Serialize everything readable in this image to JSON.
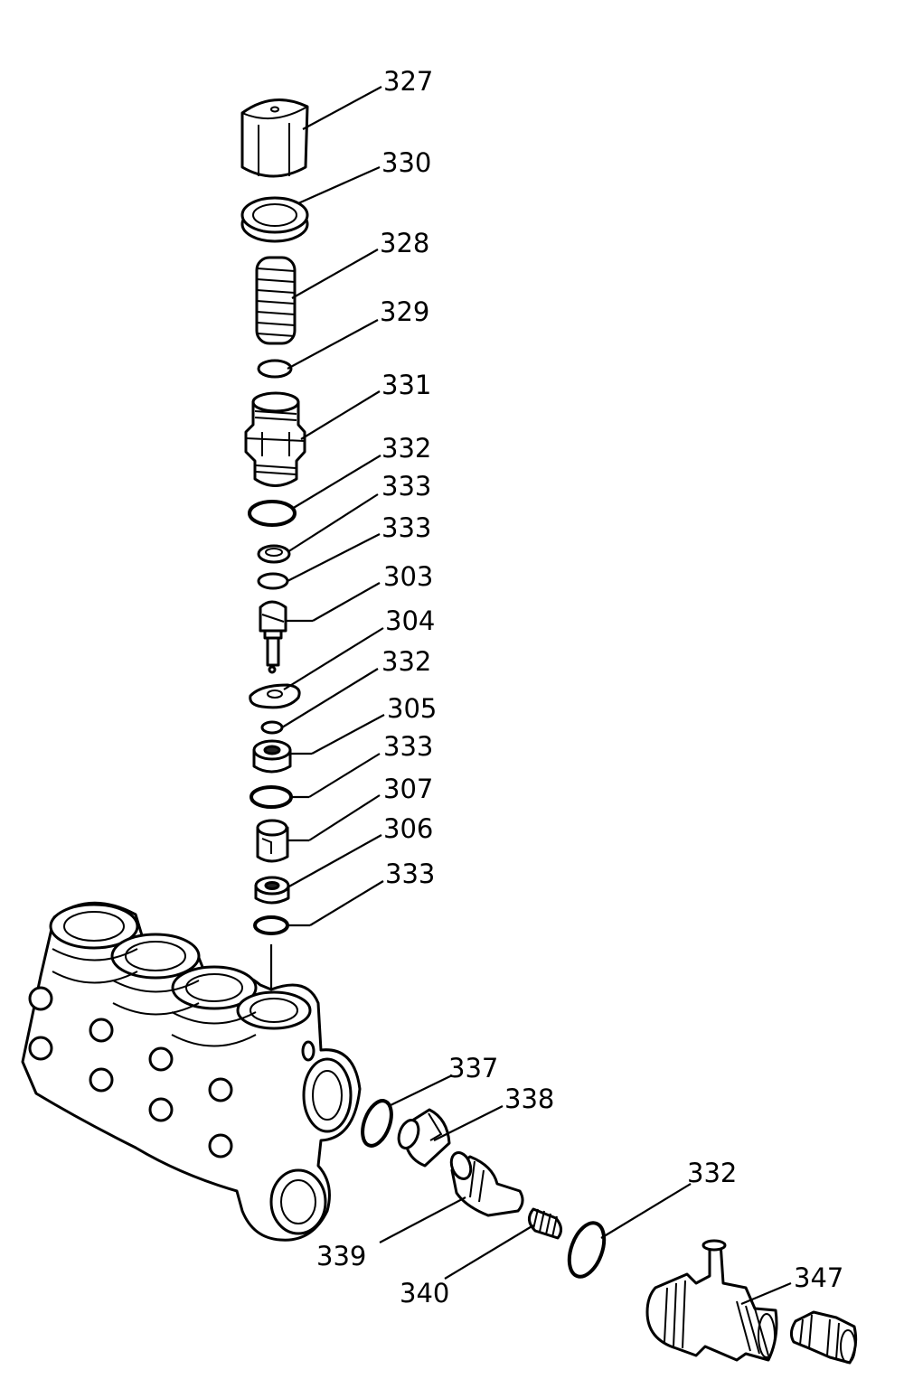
{
  "callouts": {
    "c327": "327",
    "c330": "330",
    "c328": "328",
    "c329": "329",
    "c331": "331",
    "c332a": "332",
    "c333a": "333",
    "c333b": "333",
    "c303": "303",
    "c304": "304",
    "c332b": "332",
    "c305": "305",
    "c333c": "333",
    "c307": "307",
    "c306": "306",
    "c333d": "333",
    "c337": "337",
    "c338": "338",
    "c332c": "332",
    "c339": "339",
    "c340": "340",
    "c347": "347"
  }
}
